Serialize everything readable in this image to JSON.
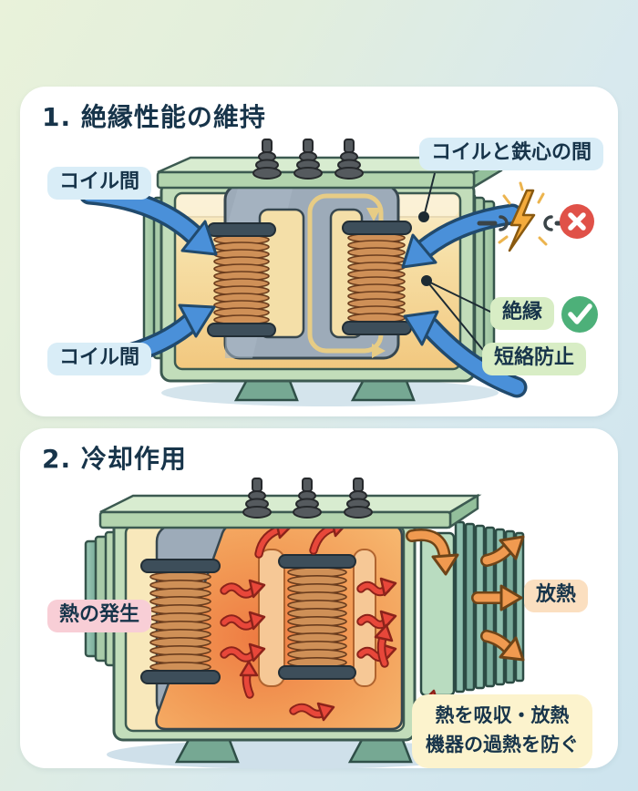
{
  "colors": {
    "background_green": "#e8f2da",
    "background_blue": "#cde4ee",
    "card": "#ffffff",
    "title_text": "#17344a",
    "label_blue_bg": "#d9edf7",
    "label_green_bg": "#d8edc5",
    "label_pink_bg": "#f8ced6",
    "label_peach_bg": "#fbdfc0",
    "label_yellow_bg": "#fcf3cd",
    "arrow_blue": "#4a90d9",
    "arrow_red": "#e8473a",
    "arrow_orange": "#f09a50",
    "flux_yellow": "#e7cc85",
    "oil_amber": "#f2c87f",
    "hot_oil_orange": "#ee7b42",
    "tank_green": "#c7e0bd",
    "coil_copper": "#cf9057",
    "check_green": "#4db079",
    "cross_red": "#e05148",
    "lightning_orange": "#f4ab3c"
  },
  "section1": {
    "title": "1. 絶縁性能の維持",
    "labels": {
      "coil_gap_top": "コイル間",
      "coil_gap_bottom": "コイル間",
      "coil_core_gap": "コイルと鉄心の間",
      "insulation": "絶縁",
      "short_circuit_prevention": "短絡防止"
    },
    "icons": {
      "lightning": "lightning-bolt",
      "cross": "x-circle",
      "check": "check-circle"
    }
  },
  "section2": {
    "title": "2. 冷却作用",
    "labels": {
      "heat_generation": "熱の発生",
      "heat_release": "放熱"
    },
    "summary": {
      "line1": "熱を吸収・放熱",
      "line2": "機器の過熱を防ぐ"
    }
  }
}
